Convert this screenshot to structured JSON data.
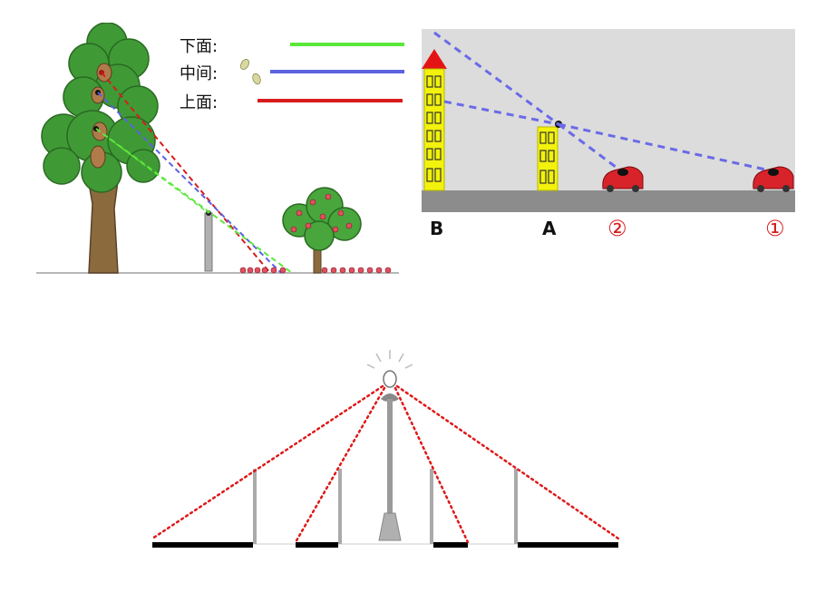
{
  "tree_panel": {
    "legend": [
      {
        "label": "下面:",
        "color": "#5ce83a"
      },
      {
        "label": "中间:",
        "color": "#5b62e0"
      },
      {
        "label": "上面:",
        "color": "#d81c1c"
      }
    ]
  },
  "street_panel": {
    "labels": {
      "b": "B",
      "a": "A",
      "car2": "②",
      "car1": "①"
    },
    "colors": {
      "background": "#dcdcdc",
      "road": "#8c8c8c",
      "building": "#f2f20c",
      "roof": "#e41414",
      "sightline": "#6a6ae8",
      "car": "#d8232a"
    }
  },
  "lamp_panel": {
    "colors": {
      "ray": "#e01818",
      "shadow": "#000000",
      "pole": "#9a9a9a"
    }
  }
}
